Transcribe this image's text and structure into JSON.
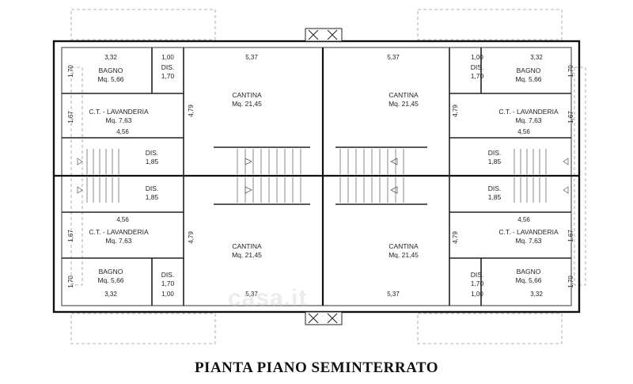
{
  "title": "PIANTA PIANO SEMINTERRATO",
  "watermark": "casa.it",
  "rooms": {
    "bagno": "BAGNO",
    "bagno_area": "Mq. 5,66",
    "ct": "C.T. - LAVANDERIA",
    "ct_area": "Mq. 7,63",
    "dis": "DIS.",
    "dis_small_dim": "1,70",
    "dis_stair_dim": "1,85",
    "cantina": "CANTINA",
    "cantina_area": "Mq. 21,45"
  },
  "dimensions": {
    "bath_width": "3,32",
    "dis_width": "1,00",
    "cantina_width": "5,37",
    "bath_height": "1,70",
    "ct_height": "1,67",
    "ct_width": "4,56",
    "cantina_height": "4,79"
  }
}
